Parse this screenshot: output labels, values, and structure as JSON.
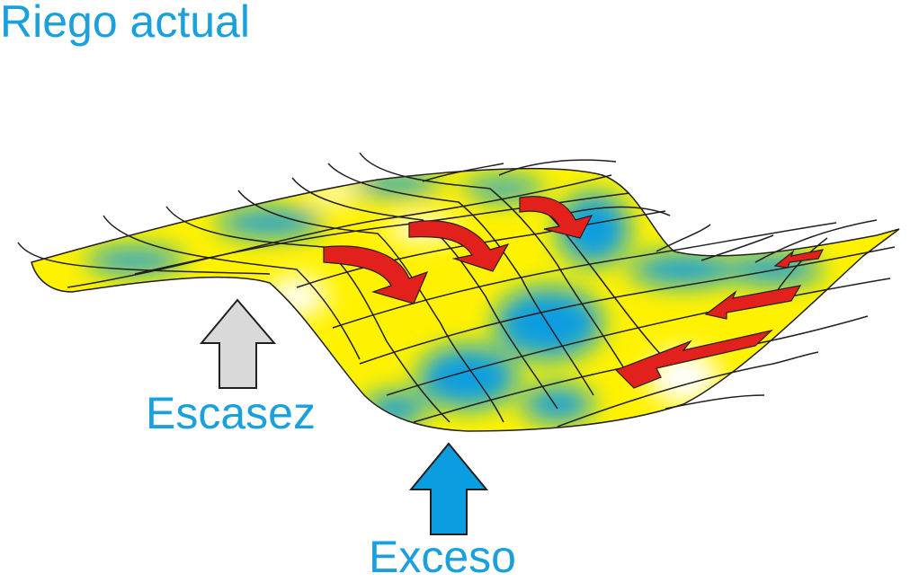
{
  "title": "Riego actual",
  "labels": {
    "escasez": "Escasez",
    "exceso": "Exceso"
  },
  "colors": {
    "text": "#1aa0dc",
    "surface_yellow": "#fff200",
    "surface_blue": "#0a9ee0",
    "flow_arrow": "#e3211c",
    "escasez_arrow": "#d9d9d9",
    "exceso_arrow": "#0a9ee0"
  },
  "icons": {
    "escasez_arrow": "up-arrow-gray",
    "exceso_arrow": "up-arrow-blue",
    "flow_arrows": "curved-arrow-red"
  }
}
